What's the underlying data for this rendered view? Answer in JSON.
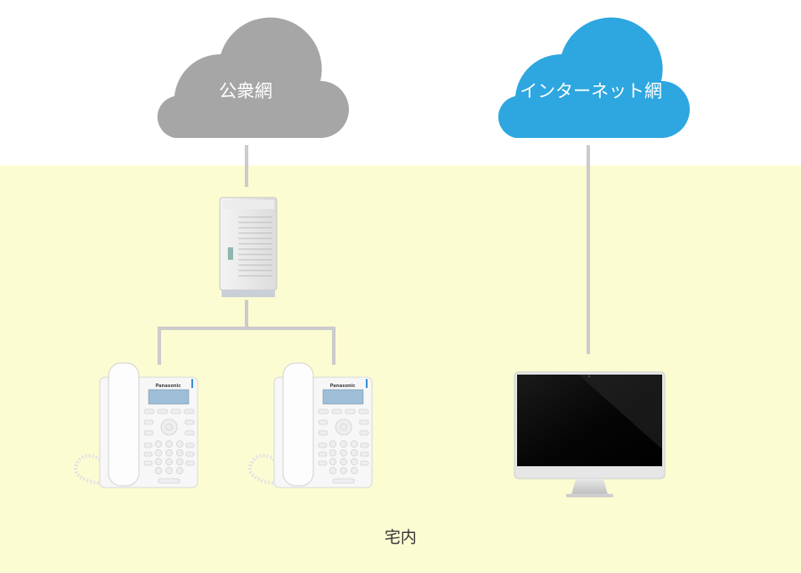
{
  "clouds": {
    "public": {
      "label": "公衆網",
      "color": "#a6a6a6"
    },
    "internet": {
      "label": "インターネット網",
      "color": "#2ea6e0"
    }
  },
  "zone": {
    "label": "宅内",
    "color": "#fcfcd2"
  },
  "devices": {
    "phone_brand": "Panasonic",
    "phone_count": 2
  },
  "colors": {
    "line": "#cccccc"
  }
}
